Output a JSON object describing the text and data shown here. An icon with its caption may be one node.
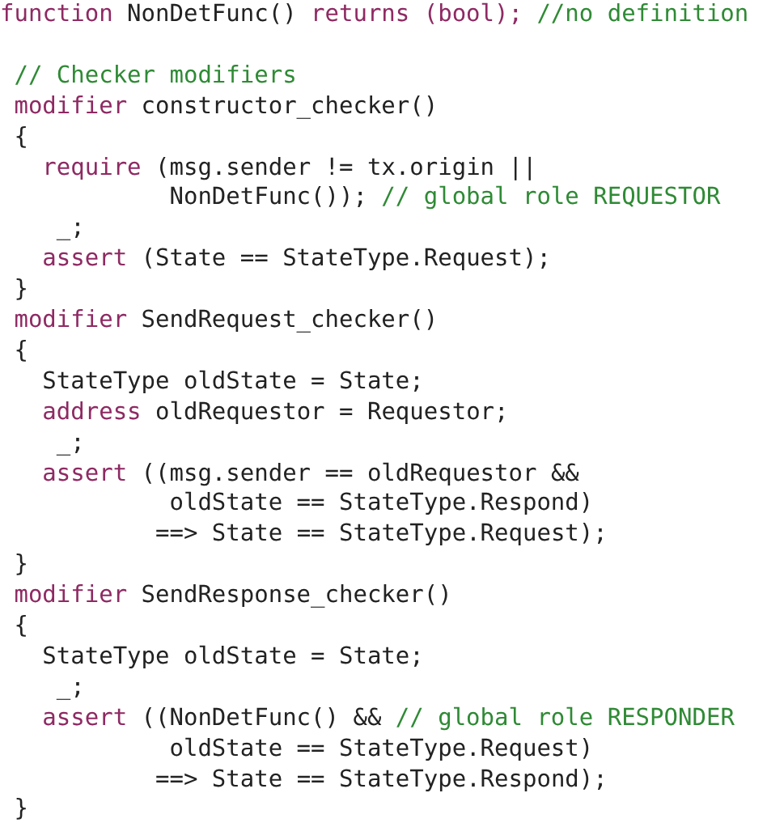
{
  "diagram": {
    "labels": [
      "function",
      "NonDetFunc()",
      "returns (bool);",
      "//no definition",
      "// Checker modifiers",
      "modifier",
      "constructor_checker()",
      "{",
      "require",
      "(msg.sender != tx.origin ||",
      "NonDetFunc());",
      "// global role REQUESTOR",
      "_;",
      "assert",
      "(State == StateType.Request);",
      "}",
      "modifier",
      "SendRequest_checker()",
      "{",
      "StateType oldState = State;",
      "address",
      "oldRequestor = Requestor;",
      "_;",
      "assert",
      "((msg.sender == oldRequestor &&",
      "oldState == StateType.Respond)",
      "==> State == StateType.Request);",
      "}",
      "modifier",
      "SendResponse_checker()",
      "{",
      "StateType oldState = State;",
      "_;",
      "assert",
      "((NonDetFunc() &&",
      "// global role RESPONDER",
      "oldState == StateType.Request)",
      "==> State == StateType.Respond);",
      "}"
    ]
  }
}
